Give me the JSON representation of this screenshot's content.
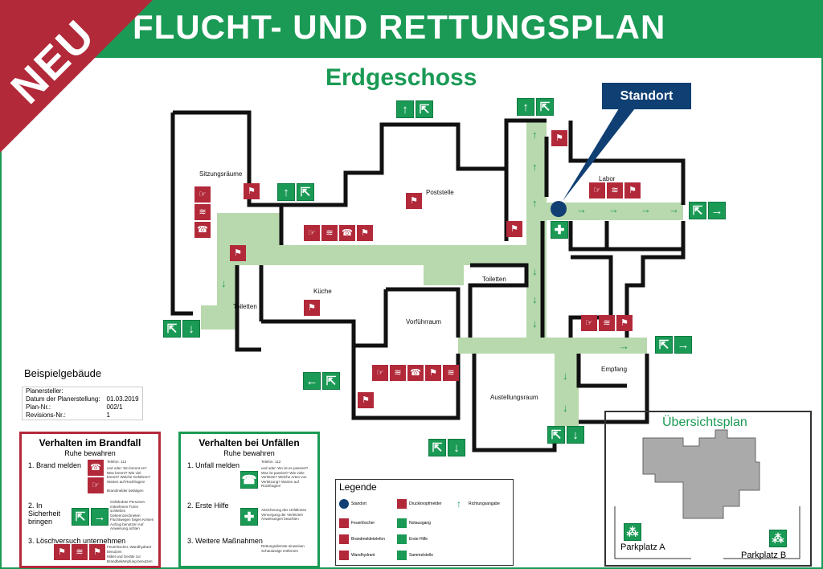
{
  "header": {
    "title": "FLUCHT- UND RETTUNGSPLAN",
    "badge": "NEU"
  },
  "floor": "Erdgeschoss",
  "standort": "Standort",
  "rooms": {
    "sitzungsraeume": "Sitzungsräume",
    "poststelle": "Poststelle",
    "labor": "Labor",
    "toiletten_left": "Toiletten",
    "kueche": "Küche",
    "toiletten_mid": "Toiletten",
    "vorfuehrraum": "Vorführraum",
    "empfang": "Empfang",
    "ausstellungsraum": "Austellungsraum"
  },
  "building": {
    "name": "Beispielgebäude",
    "info": [
      {
        "label": "Planersteller:",
        "value": ""
      },
      {
        "label": "Datum der Planerstellung:",
        "value": "01.03.2019"
      },
      {
        "label": "Plan-Nr.:",
        "value": "002/1"
      },
      {
        "label": "Revisions-Nr.:",
        "value": "1"
      }
    ]
  },
  "brandfall": {
    "title": "Verhalten im Brandfall",
    "subtitle": "Ruhe bewahren",
    "steps": [
      "1. Brand melden",
      "2. In Sicherheit bringen",
      "3. Löschversuch unternehmen"
    ],
    "phone_label": "Telefon:",
    "phone": "112",
    "call_notes": "und oder: Wo brennt es? Was brennt? Wie viel brennt? Welche Gefahren? Warten auf Rückfragen!",
    "call_notes2": "Brandmelder betätigen",
    "safety_notes": "Gefährdete Personen mitnehmen Türen schließen Gekennzeichneten Fluchtwegen folgen Keinen Aufzug benutzen Auf Anweisung achten",
    "extinguish_notes": "Feuerlöscher, Wandhydrant benutzen",
    "extinguish_notes2": "Mittel und Geräte zur Brandbekämpfung benutzen"
  },
  "unfall": {
    "title": "Verhalten bei Unfällen",
    "subtitle": "Ruhe bewahren",
    "steps": [
      "1. Unfall melden",
      "2. Erste Hilfe",
      "3. Weitere Maßnahmen"
    ],
    "phone_label": "Telefon:",
    "phone": "112",
    "call_notes": "und oder: Wo ist es passiert? Was ist passiert? Wie viele Verletzte? Welche Arten von Verletzung? Warten auf Rückfragen!",
    "aid_notes": "Absicherung des Unfallortes Versorgung der Verletzten Anweisungen beachten",
    "further_notes": "Rettungsdienste einweisen Schaulustige entfernen"
  },
  "legend": {
    "title": "Legende",
    "items": [
      "Standort",
      "Feuerlöscher",
      "Brandmeldetelefon",
      "Wandhydrant",
      "Druckknopfmelder",
      "Notausgang",
      "Erste Hilfe",
      "Sammelstelle",
      "Richtungsangabe"
    ]
  },
  "overview": {
    "title": "Übersichtsplan",
    "parking_a": "Parkplatz A",
    "parking_b": "Parkplatz B"
  },
  "colors": {
    "green": "#1a9a55",
    "red": "#b2293a",
    "navy": "#0f3f73",
    "corridor": "#b8d8ad"
  },
  "icons": {
    "exit": "exit-icon",
    "arrow": "arrow-icon",
    "extinguisher": "extinguisher-icon",
    "phone": "phone-icon",
    "hydrant": "hydrant-icon",
    "alarm": "alarm-button-icon",
    "first_aid": "first-aid-icon",
    "assembly": "assembly-point-icon"
  }
}
